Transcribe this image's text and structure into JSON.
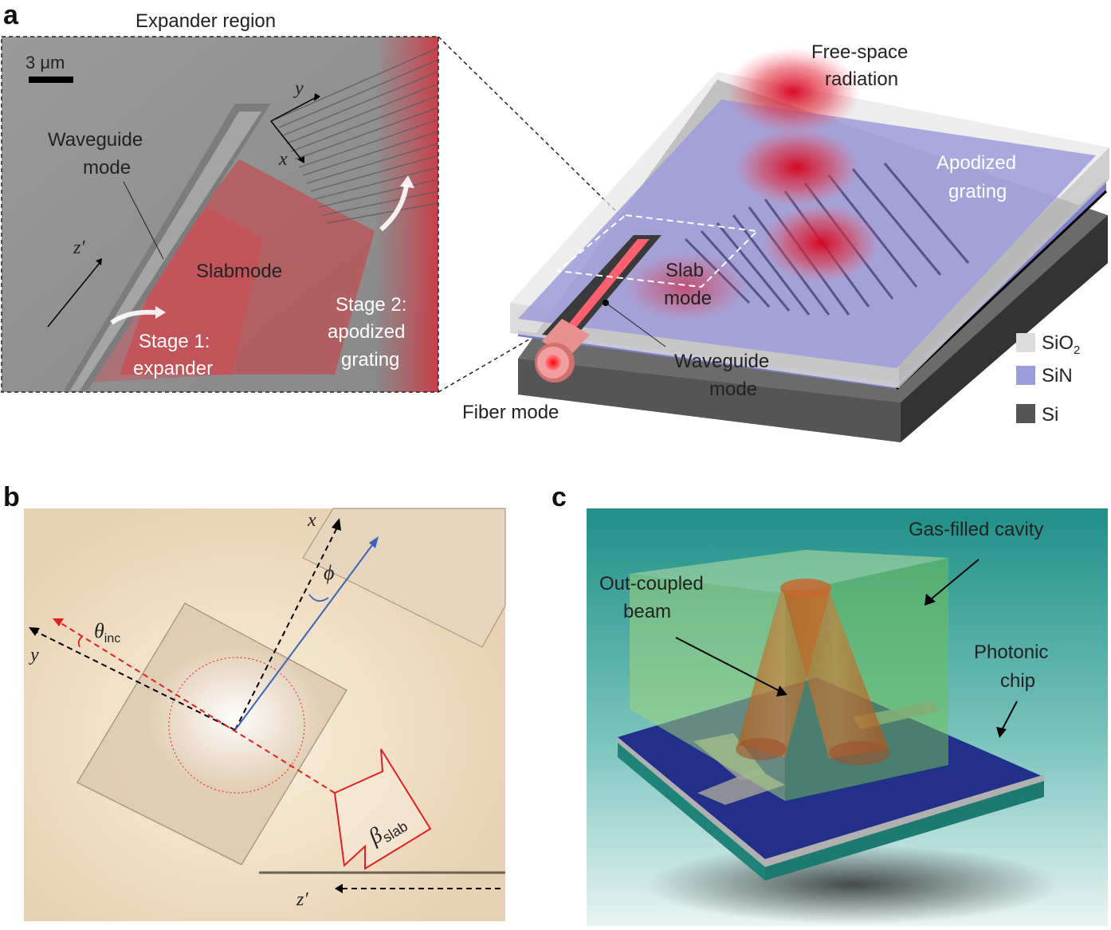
{
  "panel_a": {
    "letter": "a",
    "region_title": "Expander region",
    "scale_bar": "3 μm",
    "axis_y": "y",
    "axis_x": "x",
    "axis_z": "z′",
    "waveguide_mode_1": "Waveguide",
    "waveguide_mode_2": "mode",
    "slabmode": "Slabmode",
    "stage1_1": "Stage 1:",
    "stage1_2": "expander",
    "stage2_1": "Stage 2:",
    "stage2_2": "apodized",
    "stage2_3": "grating",
    "free_space_1": "Free-space",
    "free_space_2": "radiation",
    "apodized_1": "Apodized",
    "apodized_2": "grating",
    "slab_1": "Slab",
    "slab_2": "mode",
    "wg_mode_1": "Waveguide",
    "wg_mode_2": "mode",
    "fiber_mode": "Fiber mode",
    "legend": [
      {
        "label": "SiO",
        "sub": "2",
        "color": "#dcdcdc"
      },
      {
        "label": "SiN",
        "sub": "",
        "color": "#9c9cdc"
      },
      {
        "label": "Si",
        "sub": "",
        "color": "#555555"
      }
    ]
  },
  "panel_b": {
    "letter": "b",
    "axis_x": "x",
    "axis_y": "y",
    "axis_z": "z′",
    "phi": "ϕ",
    "theta": "θ",
    "theta_sub": "inc",
    "beta": "β",
    "beta_sub": "slab"
  },
  "panel_c": {
    "letter": "c",
    "gas_cavity": "Gas-filled cavity",
    "outcoupled_1": "Out-coupled",
    "outcoupled_2": "beam",
    "photonic_1": "Photonic",
    "photonic_2": "chip"
  }
}
